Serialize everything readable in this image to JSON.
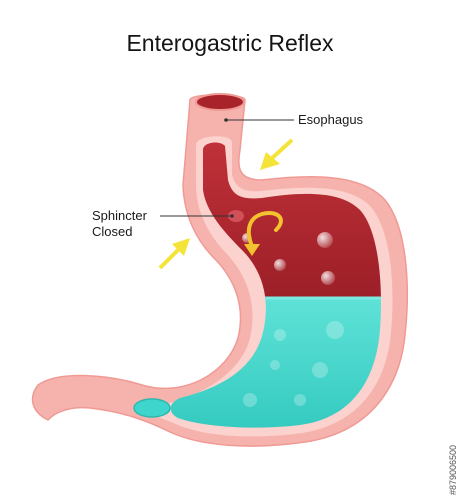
{
  "title": "Enterogastric Reflex",
  "labels": {
    "esophagus": "Esophagus",
    "sphincter_line1": "Sphincter",
    "sphincter_line2": "Closed"
  },
  "watermark_id": "#879006500",
  "colors": {
    "wall_outer": "#f6b3ae",
    "wall_inner": "#fbd2cd",
    "lumen_red": "#a8232a",
    "fluid_cyan": "#3ed6cc",
    "arrow_yellow": "#f4e43a",
    "curl_arrow": "#f2c22f"
  }
}
